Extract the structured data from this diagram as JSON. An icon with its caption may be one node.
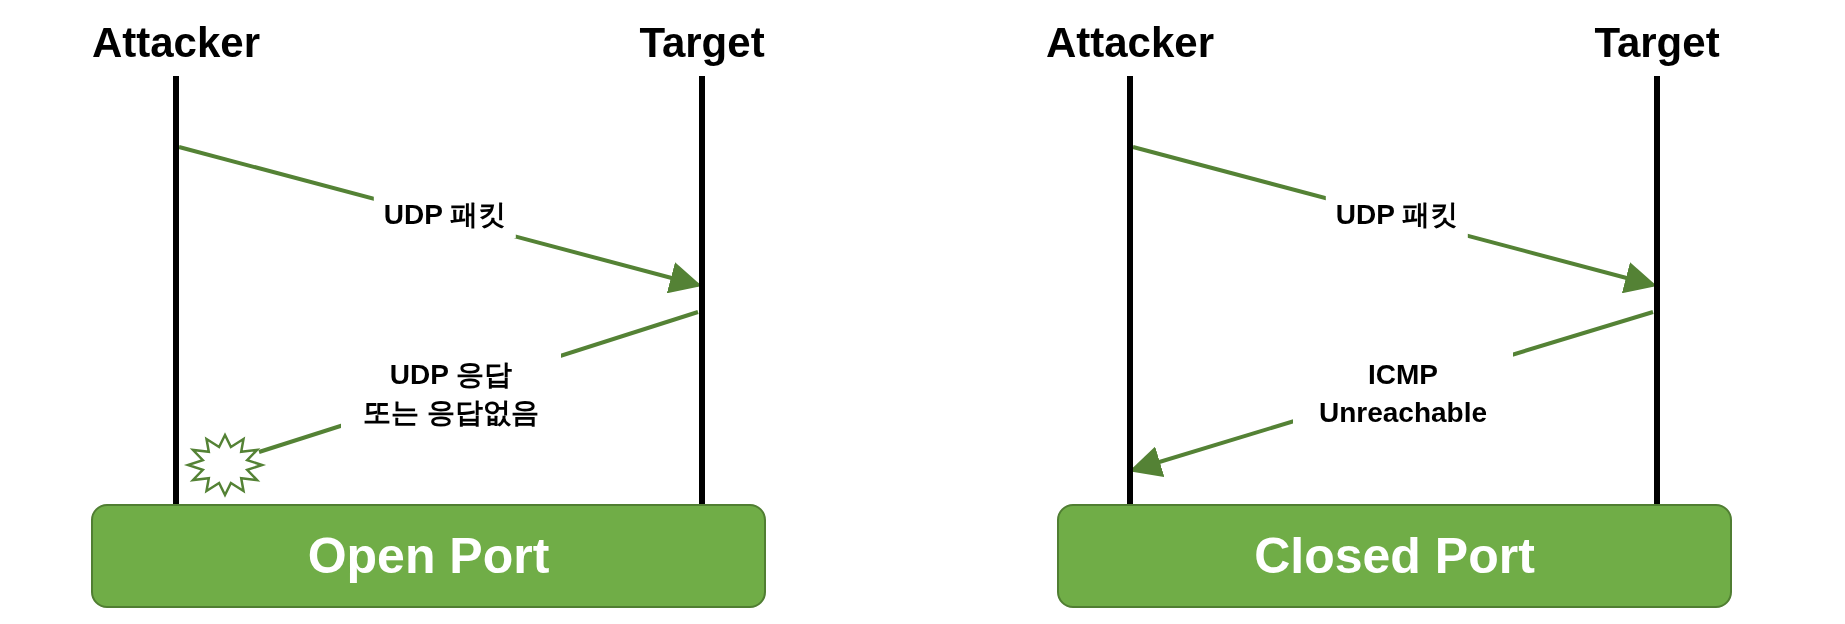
{
  "diagram": {
    "nodes": [
      {
        "text": [
          "Attacker"
        ]
      },
      {
        "text": [
          "Target"
        ]
      },
      {
        "text": [],
        "shape": "burst"
      },
      {
        "text": [
          "Open Port"
        ]
      },
      {
        "text": [
          "Attacker"
        ]
      },
      {
        "text": [
          "Target"
        ]
      },
      {
        "text": [
          "Closed Port"
        ]
      }
    ],
    "edges": [
      {
        "from": 0,
        "to": 1,
        "arrow": "to",
        "label": "UDP 패킷"
      },
      {
        "from": 1,
        "to": 2,
        "arrow": "none",
        "label": "UDP 응답 또는 응답없음"
      },
      {
        "from": 4,
        "to": 5,
        "arrow": "to",
        "label": "UDP 패킷"
      },
      {
        "from": 5,
        "to": 4,
        "arrow": "to",
        "label": "ICMP Unreachable"
      }
    ]
  }
}
